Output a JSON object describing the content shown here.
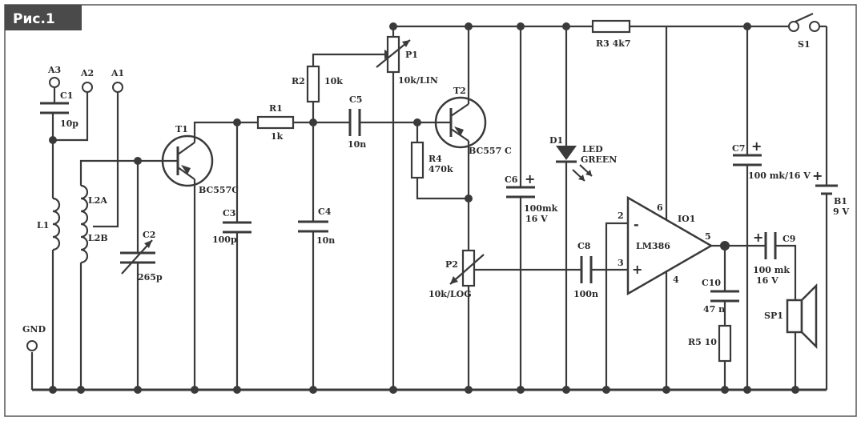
{
  "figure": {
    "title": "Рис.1"
  },
  "labels": {
    "a3": "A3",
    "a2": "A2",
    "a1": "A1",
    "gnd": "GND",
    "c1": "C1",
    "c1_val": "10p",
    "l1": "L1",
    "l2a": "L2A",
    "l2b": "L2B",
    "c2": "C2",
    "c2_val": "265p",
    "t1": "T1",
    "t1_type": "BC557C",
    "c3": "C3",
    "c3_val": "100p",
    "r1": "R1",
    "r1_val": "1k",
    "r2": "R2",
    "r2_val": "10k",
    "c4": "C4",
    "c4_val": "10n",
    "c5": "C5",
    "c5_val": "10n",
    "p1": "P1",
    "p1_val": "10k/LIN",
    "t2": "T2",
    "t2_type": "BC557 C",
    "r4": "R4",
    "r4_val": "470k",
    "p2": "P2",
    "p2_val": "10k/LOG",
    "c6": "C6",
    "c6_val1": "100mk",
    "c6_val2": "16 V",
    "d1": "D1",
    "d1_val1": "LED",
    "d1_val2": "GREEN",
    "r3": "R3  4k7",
    "c8": "C8",
    "c8_val": "100n",
    "ic": "LM386",
    "io1": "IO1",
    "pin2": "2",
    "pin3": "3",
    "pin4": "4",
    "pin5": "5",
    "pin6": "6",
    "minus": "-",
    "plus": "+",
    "c7": "C7",
    "c7_val": "100 mk/16 V",
    "c10": "C10",
    "c10_val": "47 n",
    "r5": "R5 10",
    "c9": "C9",
    "c9_val1": "100 mk",
    "c9_val2": "16 V",
    "sp1": "SP1",
    "s1": "S1",
    "b1": "B1",
    "b1_val": "9 V"
  }
}
